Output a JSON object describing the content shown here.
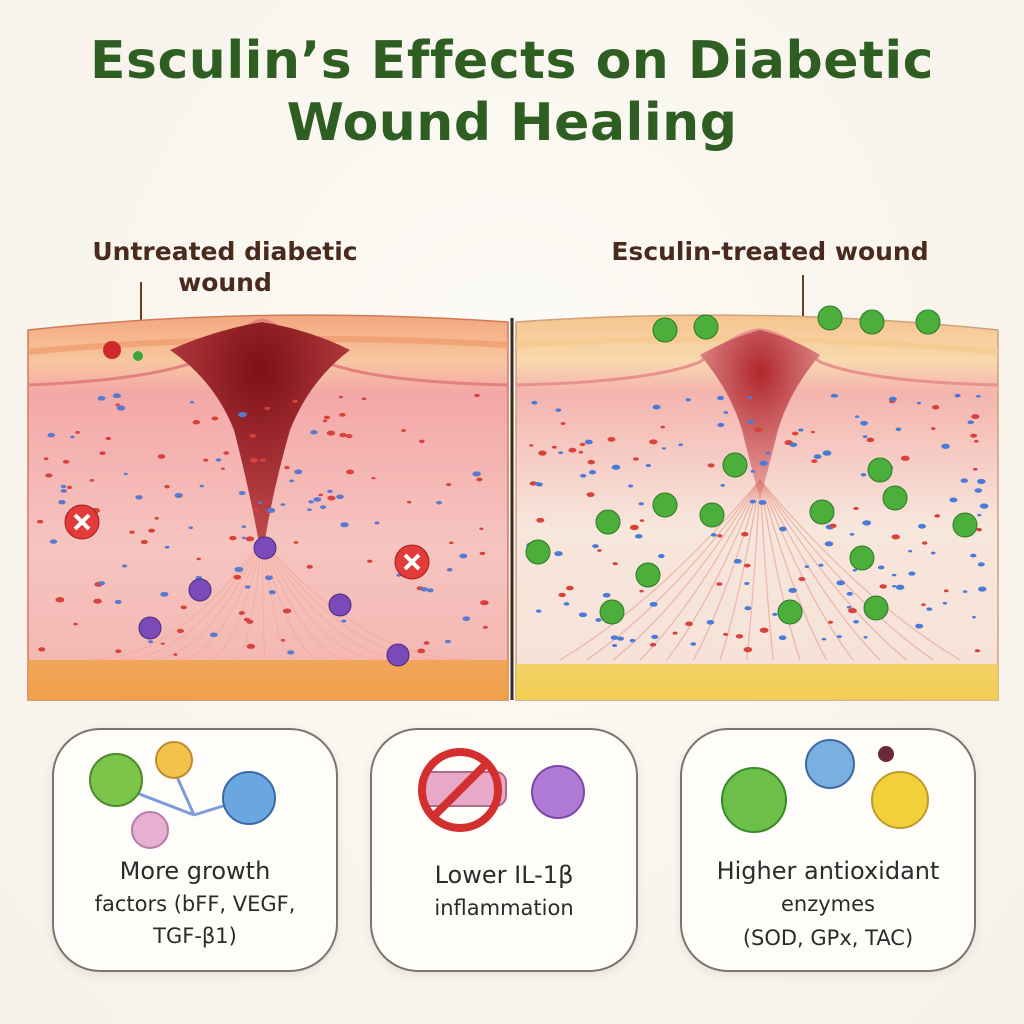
{
  "title": {
    "line1": "Esculin’s Effects on Diabetic",
    "line2": "Wound Healing"
  },
  "panels": {
    "left": {
      "label_line1": "Untreated diabetic",
      "label_line2": "wound"
    },
    "right": {
      "label": "Esculin-treated wound"
    }
  },
  "callouts": [
    {
      "line1": "More growth",
      "line2": "factors (bFF, VEGF,",
      "line3": "TGF-β1)"
    },
    {
      "line1": "Lower IL-1β",
      "line2": "inflammation"
    },
    {
      "line1": "Higher antioxidant",
      "line2": "enzymes",
      "line3": "(SOD, GPx, TAC)"
    }
  ],
  "colors": {
    "title": "#2f5e23",
    "label": "#4a2a1c",
    "tissue_pink": "#f4b8b4",
    "wound_red": "#9c1d22",
    "fat_orange": "#f2a444",
    "esculin_green": "#4caf3c"
  },
  "icons": {
    "inhibit": "prohibited-sign-icon",
    "cell": "molecule-icon"
  }
}
